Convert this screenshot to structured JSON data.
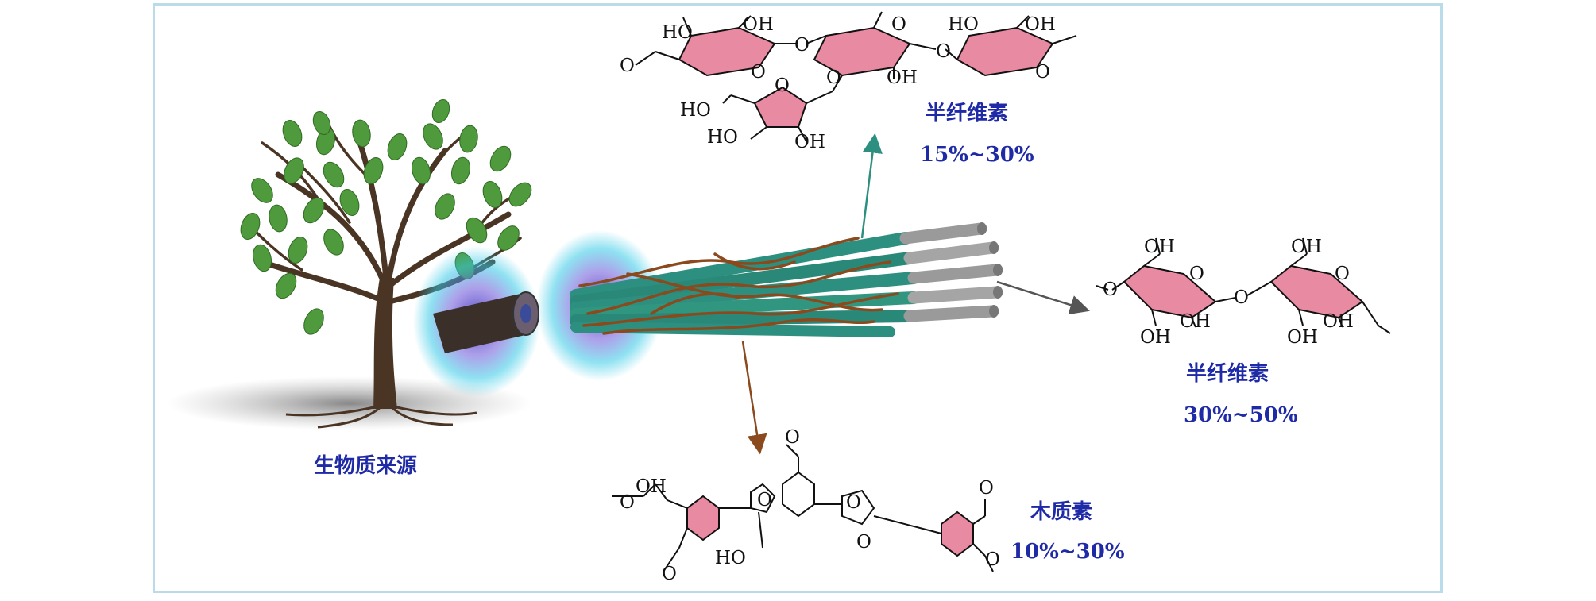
{
  "labels": {
    "biomass_source": "生物质来源",
    "hemicellulose_top": "半纤维素",
    "hemicellulose_top_pct": "15%~30%",
    "cellulose_right": "半纤维素",
    "cellulose_right_pct": "30%~50%",
    "lignin": "木质素",
    "lignin_pct": "10%~30%"
  },
  "atom_labels": {
    "hydroxyl": "OH",
    "hydroxyl_left": "HO",
    "oxygen": "O"
  },
  "colors": {
    "label_text": "#1f2aa6",
    "frame": "#b9dbea",
    "ring_fill": "#e98aa3",
    "fiber_teal": "#2d8f7f",
    "fiber_brown": "#8a4a1e",
    "arrow_teal": "#2d8f7f",
    "arrow_gray": "#555555",
    "arrow_brown": "#8a4a1e",
    "glow": "#33c9e6",
    "tree_leaf": "#4f9a3c",
    "tree_trunk": "#4a3424"
  }
}
